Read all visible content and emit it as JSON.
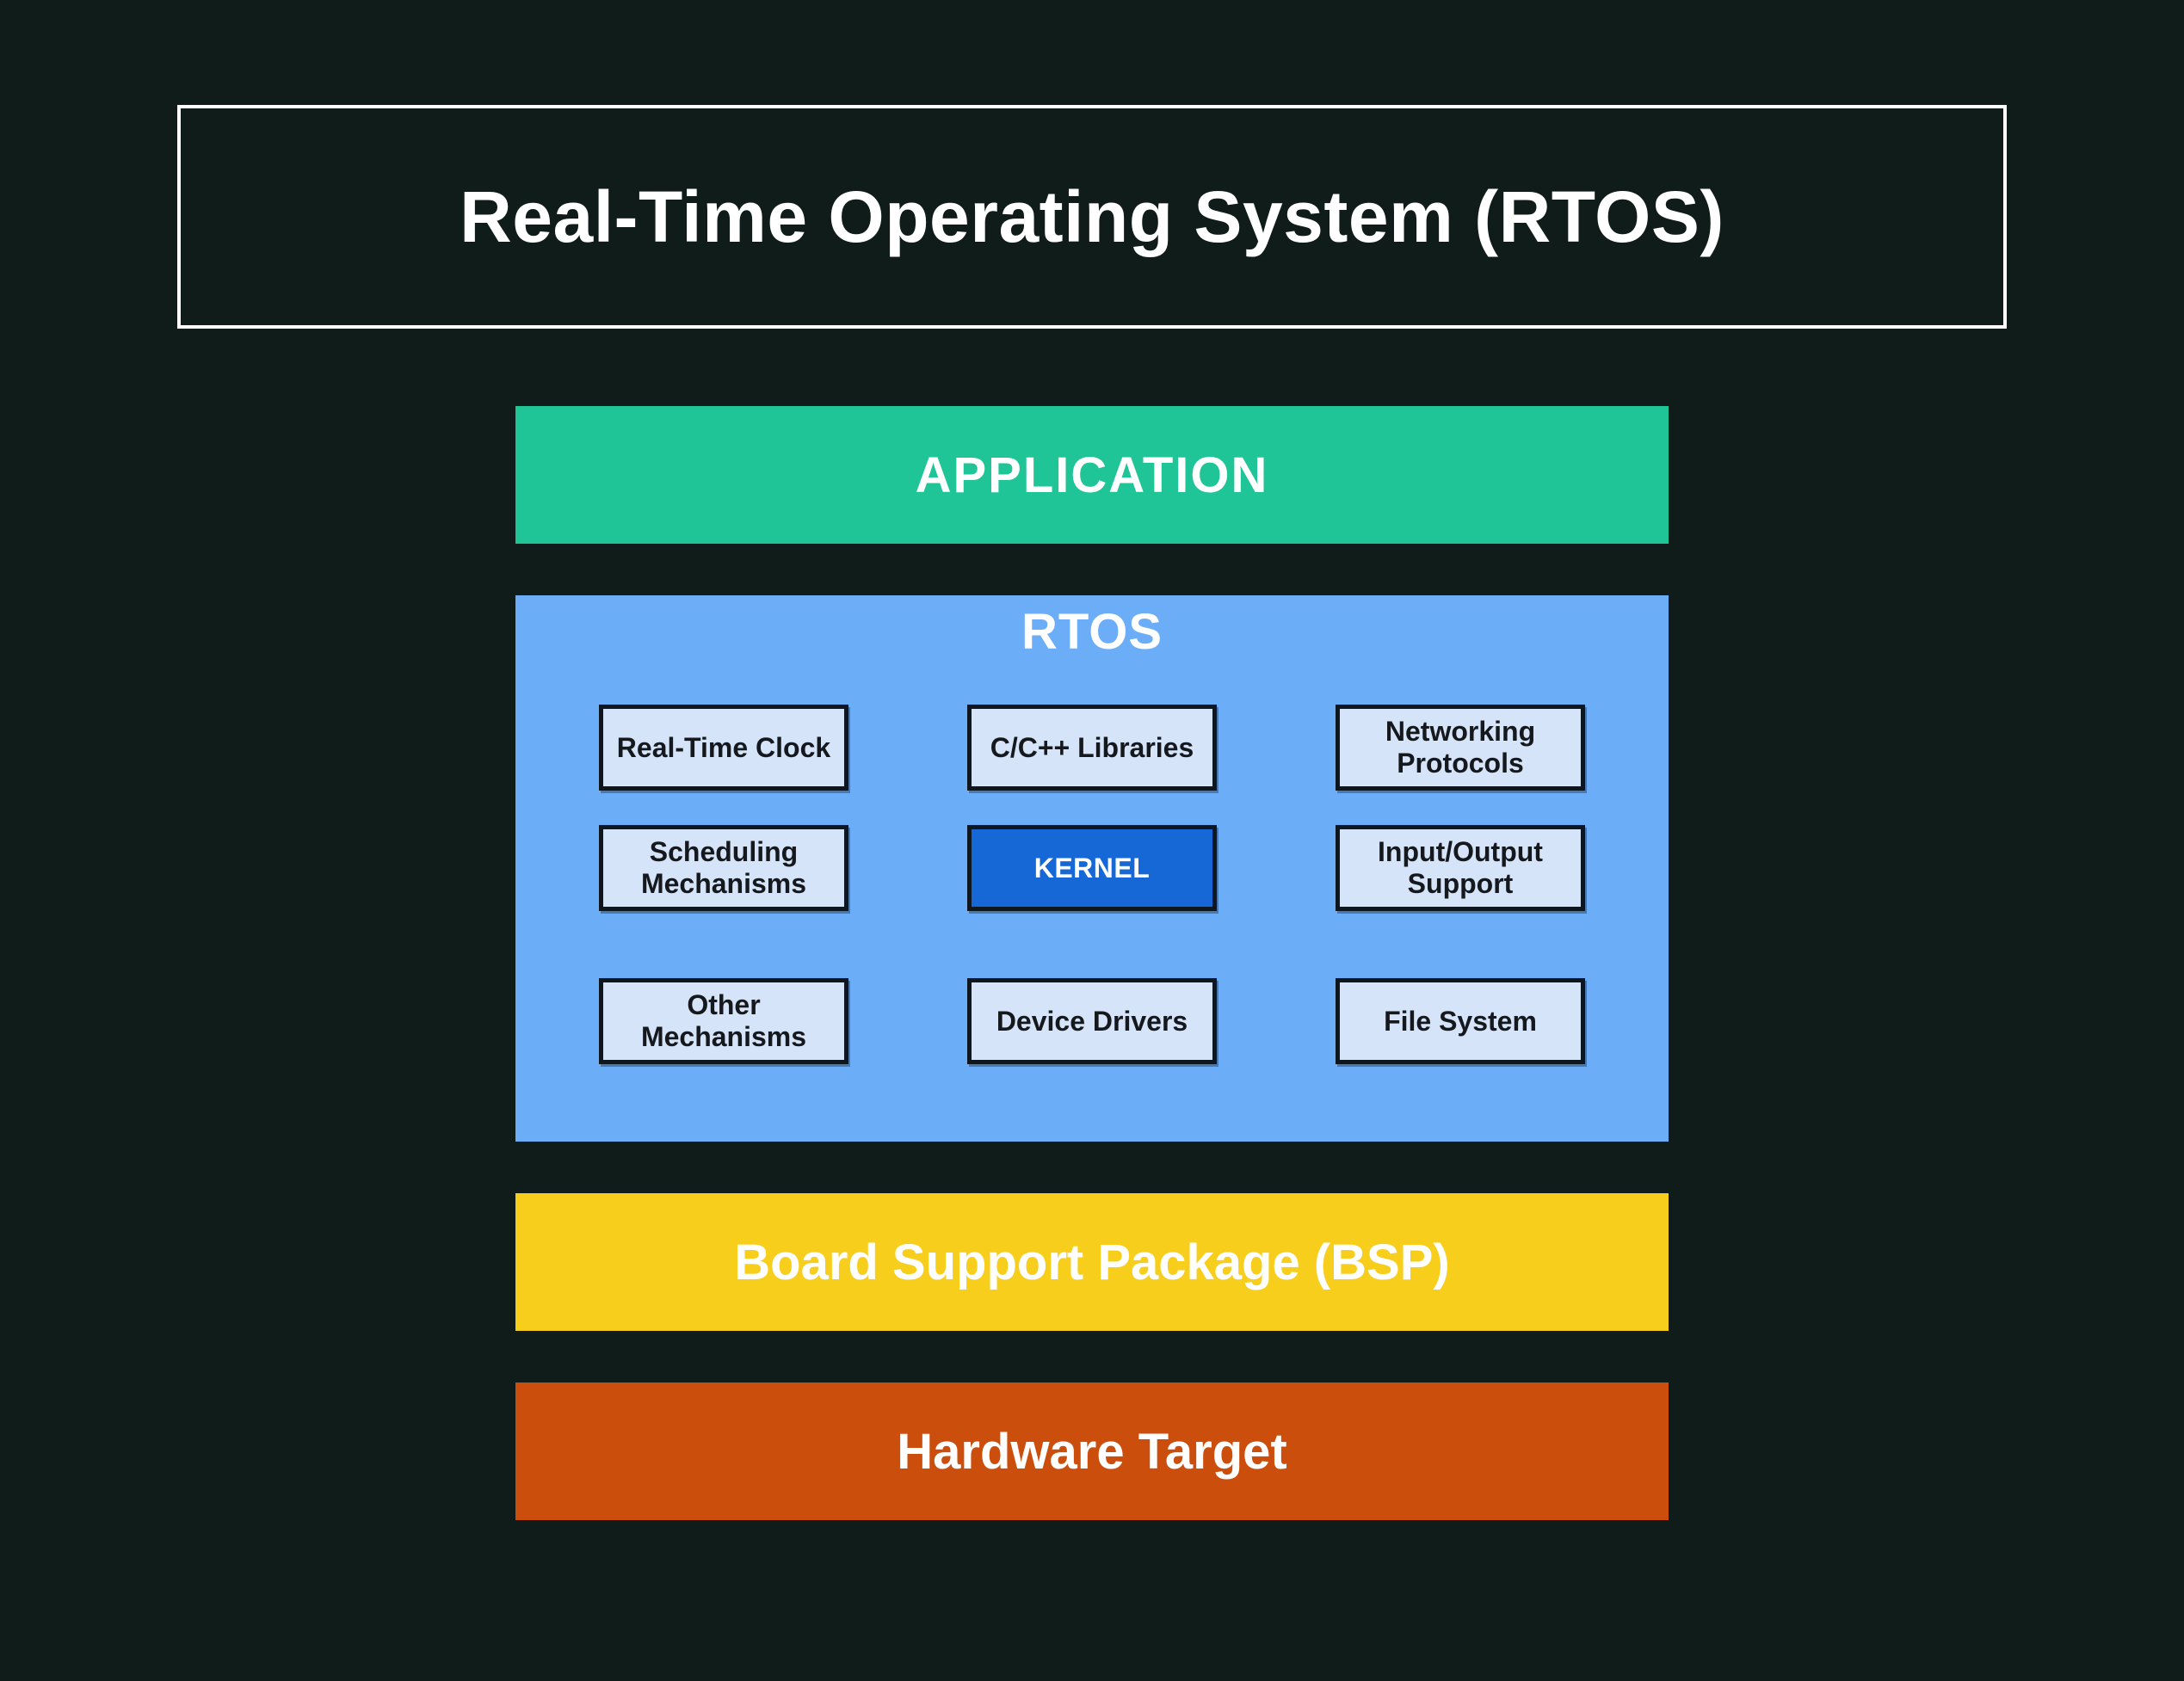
{
  "title": "Real-Time Operating System (RTOS)",
  "colors": {
    "bg": "#101C1A",
    "title-border": "#FFFFFF",
    "application-bg": "#1FC596",
    "rtos-panel-bg": "#6CADF8",
    "component-bg": "#D6E4F9",
    "component-border": "#0E1620",
    "kernel-bg": "#1568D6",
    "bsp-bg": "#F8CE1D",
    "hardware-bg": "#CC4E0C",
    "text-light": "#FFFFFF",
    "text-dark": "#15181C"
  },
  "layers": {
    "application": {
      "label": "APPLICATION"
    },
    "rtos": {
      "label": "RTOS",
      "components": [
        {
          "label": "Real-Time Clock"
        },
        {
          "label": "C/C++ Libraries"
        },
        {
          "label": "Networking Protocols"
        },
        {
          "label": "Scheduling Mechanisms"
        },
        {
          "label": "KERNEL",
          "highlight": true
        },
        {
          "label": "Input/Output Support"
        },
        {
          "label": "Other Mechanisms"
        },
        {
          "label": "Device Drivers"
        },
        {
          "label": "File System"
        }
      ]
    },
    "bsp": {
      "label": "Board Support Package (BSP)"
    },
    "hardware": {
      "label": "Hardware Target"
    }
  }
}
